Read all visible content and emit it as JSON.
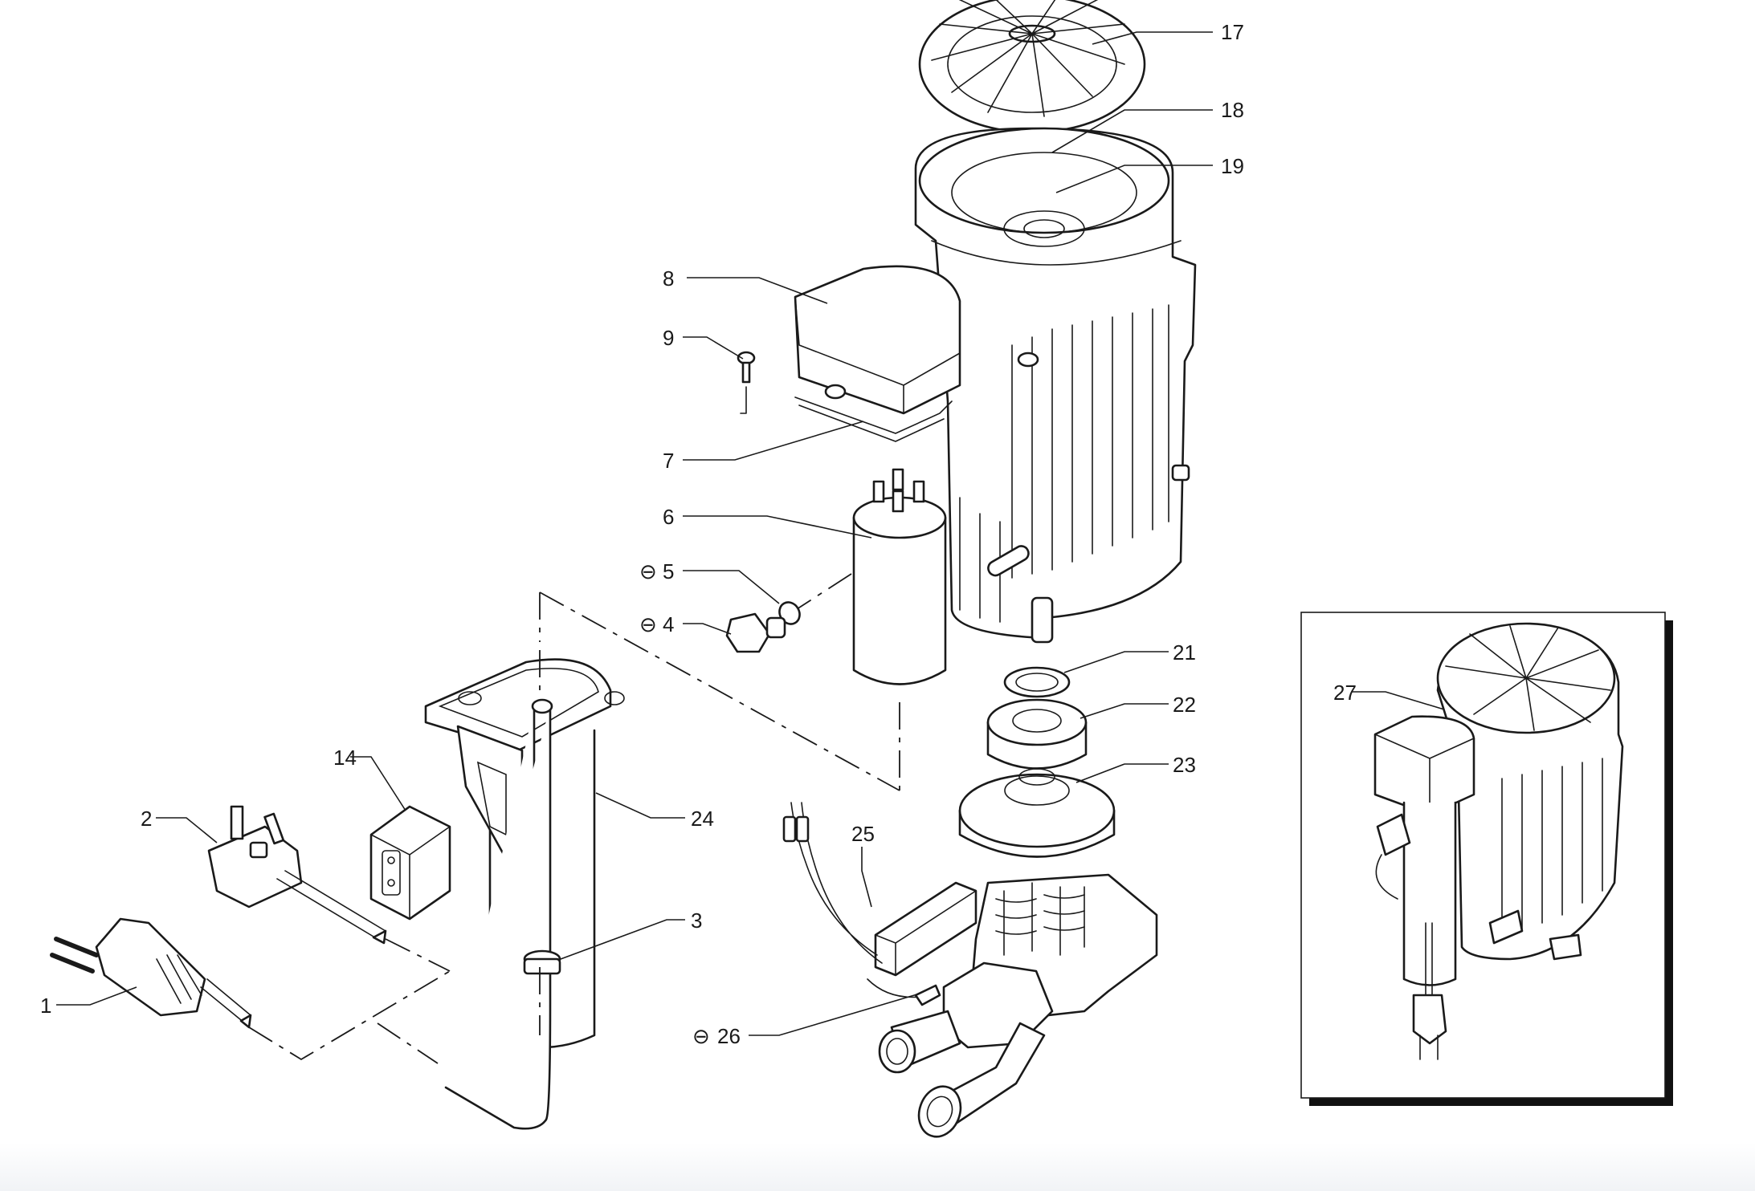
{
  "diagram": {
    "part_labels": {
      "p1": "1",
      "p2": "2",
      "p3": "3",
      "p4": "4",
      "p5": "5",
      "p6": "6",
      "p7": "7",
      "p8": "8",
      "p9": "9",
      "p14": "14",
      "p17": "17",
      "p18": "18",
      "p19": "19",
      "p21": "21",
      "p22": "22",
      "p23": "23",
      "p24": "24",
      "p25": "25",
      "p26": "26",
      "p27": "27"
    },
    "non_reusable_symbol": "⊖",
    "line_color": "#1a1a1a",
    "background_color": "#ffffff"
  }
}
